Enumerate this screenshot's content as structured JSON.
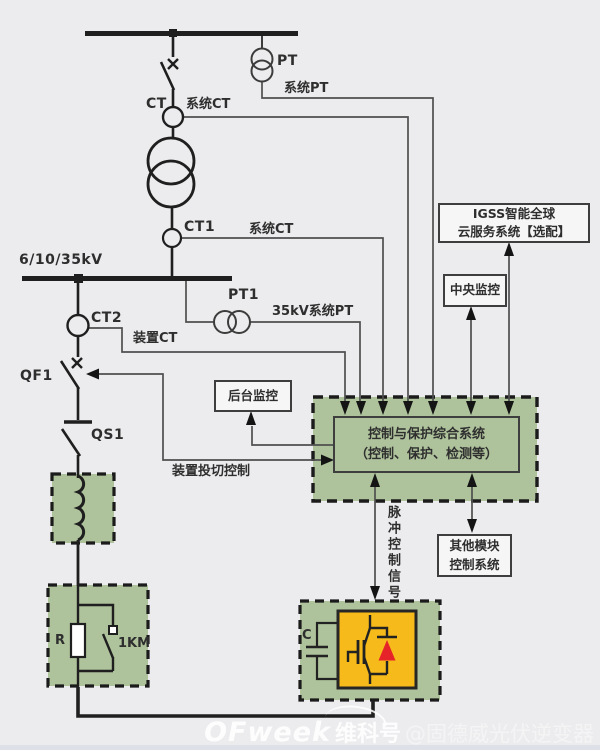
{
  "diagram": {
    "bus_voltage": "6/10/35kV",
    "pt": "PT",
    "system_pt": "系统PT",
    "ct": "CT",
    "system_ct": "系统CT",
    "ct1": "CT1",
    "ct1_line": "系统CT",
    "pt1": "PT1",
    "pt1_line": "35kV系统PT",
    "ct2": "CT2",
    "ct2_line": "装置CT",
    "qf1": "QF1",
    "qs1": "QS1",
    "switch_control": "装置投切控制",
    "resistor": "R",
    "contactor": "1KM",
    "capacitor": "C",
    "pulse_signal": "脉冲控制信号"
  },
  "boxes": {
    "igss": {
      "line1": "IGSS智能全球",
      "line2": "云服务系统【选配】"
    },
    "central_monitor": "中央监控",
    "backend_monitor": "后台监控",
    "control_system": {
      "line1": "控制与保护综合系统",
      "line2": "（控制、保护、检测等）"
    },
    "other_modules": {
      "line1": "其他模块",
      "line2": "控制系统"
    }
  },
  "watermark": {
    "brand": "OFweek",
    "account": "维科号",
    "handle": "@固德威光伏逆变器"
  },
  "colors": {
    "background": "#ececee",
    "primary_line": "#1f1f1f",
    "signal_line": "#4f4f4f",
    "panel_green": "#aec29b",
    "module_yellow": "#f6bb1b",
    "diode_red": "#e62328",
    "box_border": "#3e3e3e"
  }
}
